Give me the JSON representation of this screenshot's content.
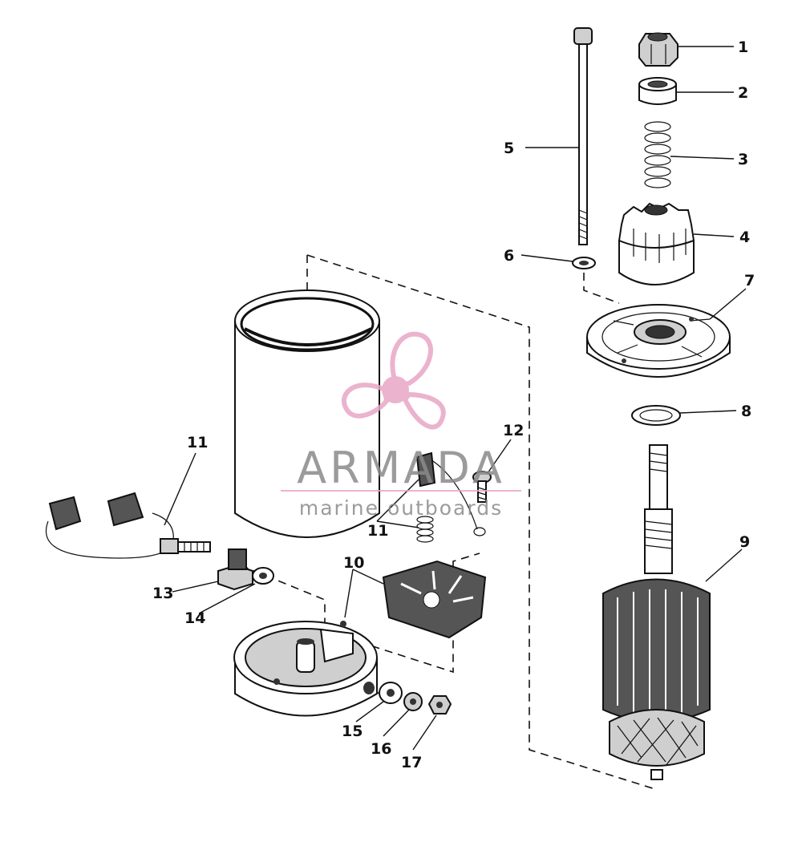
{
  "diagram": {
    "callouts": [
      {
        "id": "1",
        "text": "1"
      },
      {
        "id": "2",
        "text": "2"
      },
      {
        "id": "3",
        "text": "3"
      },
      {
        "id": "4",
        "text": "4"
      },
      {
        "id": "5",
        "text": "5"
      },
      {
        "id": "6",
        "text": "6"
      },
      {
        "id": "7",
        "text": "7"
      },
      {
        "id": "8",
        "text": "8"
      },
      {
        "id": "9",
        "text": "9"
      },
      {
        "id": "10",
        "text": "10"
      },
      {
        "id": "11a",
        "text": "11"
      },
      {
        "id": "11b",
        "text": "11"
      },
      {
        "id": "12",
        "text": "12"
      },
      {
        "id": "13",
        "text": "13"
      },
      {
        "id": "14",
        "text": "14"
      },
      {
        "id": "15",
        "text": "15"
      },
      {
        "id": "16",
        "text": "16"
      },
      {
        "id": "17",
        "text": "17"
      }
    ]
  },
  "watermark": {
    "brand": "ARMADA",
    "tagline": "marine outboards",
    "color_pink": "#e8a6c6",
    "color_gray": "#8a8a8a"
  }
}
